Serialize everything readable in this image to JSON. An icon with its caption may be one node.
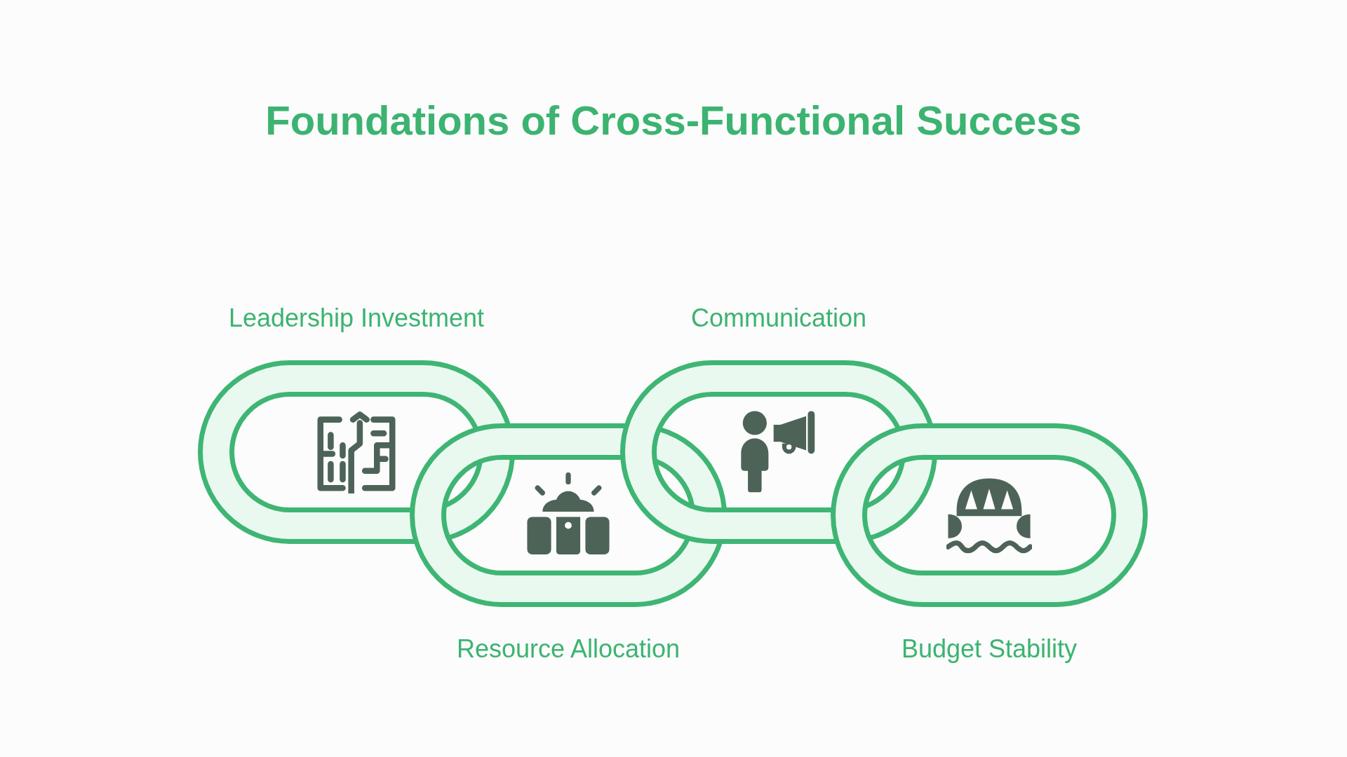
{
  "diagram": {
    "title": "Foundations of Cross-Functional Success",
    "nodes": [
      {
        "text": [
          "Leadership Investment"
        ]
      },
      {
        "text": [
          "Resource Allocation"
        ]
      },
      {
        "text": [
          "Communication"
        ]
      },
      {
        "text": [
          "Budget Stability"
        ]
      }
    ]
  }
}
